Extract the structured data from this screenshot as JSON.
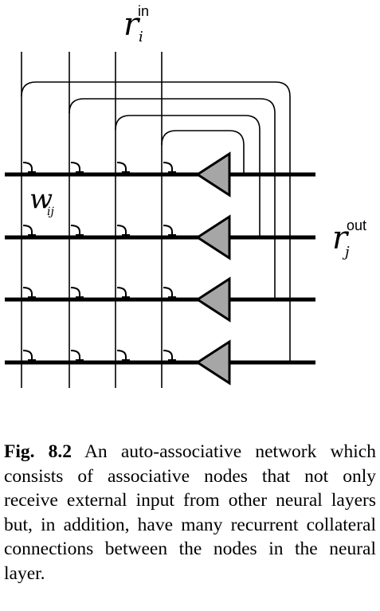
{
  "diagram": {
    "labels": {
      "input_symbol": "r",
      "input_subscript": "i",
      "input_superscript": "in",
      "output_symbol": "r",
      "output_subscript": "j",
      "output_superscript": "out",
      "weight_symbol": "w",
      "weight_subscript": "ij"
    },
    "rows": 4,
    "input_lines": 4,
    "colors": {
      "line": "#000000",
      "neuron_fill": "#a6a6a6"
    }
  },
  "caption": {
    "label": "Fig. 8.2",
    "text": "An auto-associative network which consists of associative nodes that not only receive external input from other neural layers but, in addition, have many recurrent collateral connections between the nodes in the neural layer."
  }
}
